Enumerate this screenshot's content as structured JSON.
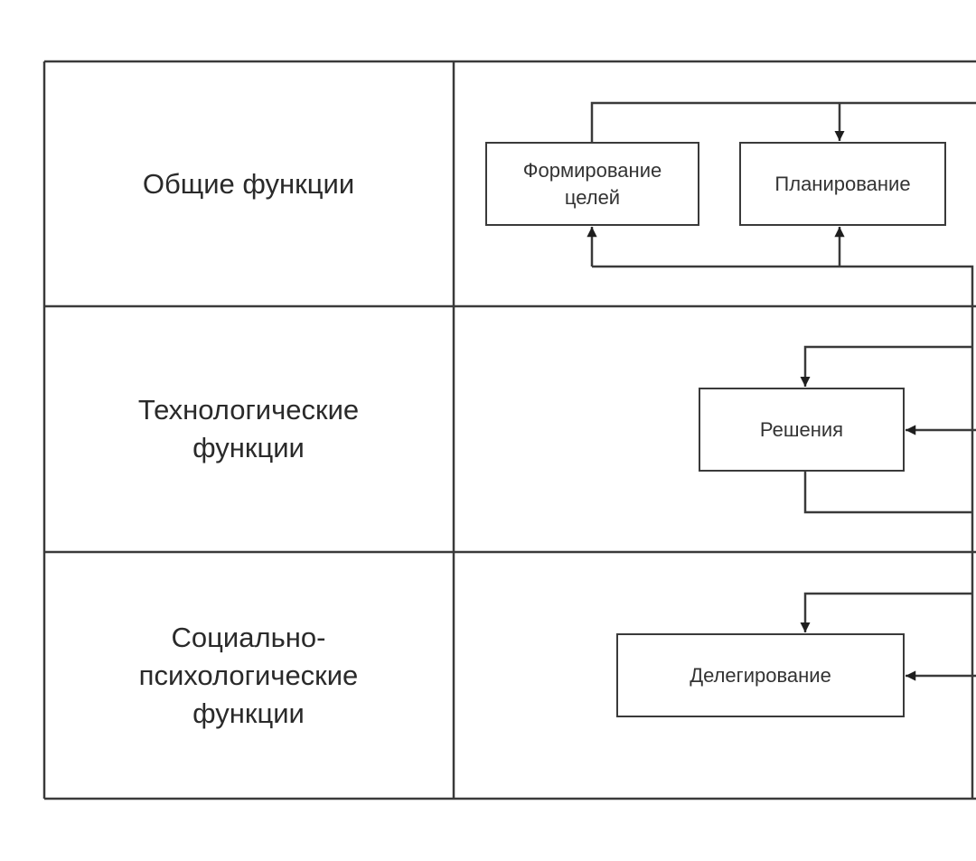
{
  "rows": [
    {
      "label": "Общие функции"
    },
    {
      "label": "Технологические\nфункции"
    },
    {
      "label": "Социально-\nпсихологические\nфункции"
    }
  ],
  "nodes": {
    "goals": "Формирование\nцелей",
    "planning": "Планирование",
    "decisions": "Решения",
    "delegation": "Делегирование"
  },
  "colors": {
    "line": "#3a3a3a",
    "text": "#2a2a2a",
    "background": "#ffffff"
  }
}
